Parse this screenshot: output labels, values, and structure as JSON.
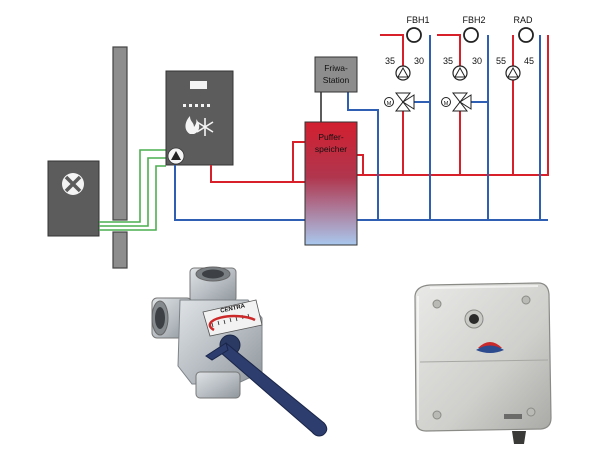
{
  "schematic": {
    "circuits": [
      {
        "name": "FBH1",
        "supply_temp": "35",
        "return_temp": "30"
      },
      {
        "name": "FBH2",
        "supply_temp": "35",
        "return_temp": "30"
      },
      {
        "name": "RAD",
        "supply_temp": "55",
        "return_temp": "45"
      }
    ],
    "friwa_line1": "Friwa-",
    "friwa_line2": "Station",
    "buffer_line1": "Puffer-",
    "buffer_line2": "speicher",
    "motor_label": "M"
  },
  "valve_photo": {
    "brand": "CENTRA"
  },
  "colors": {
    "supply": "#d8202a",
    "return": "#2f5fb3",
    "control": "#4caf50",
    "unit_dark": "#5c5c5c",
    "buffer_top": "#d21f2f",
    "buffer_bottom": "#9bbfe8"
  }
}
